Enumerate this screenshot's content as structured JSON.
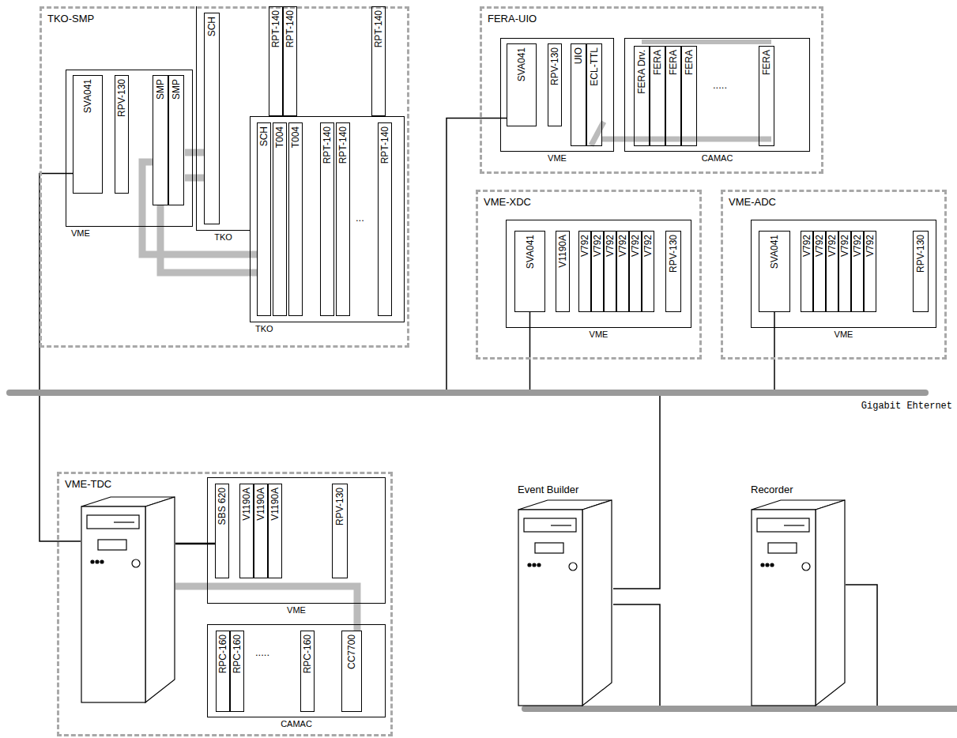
{
  "diagram": {
    "nodes": [
      {
        "text": [
          "TKO-SMP"
        ]
      },
      {
        "text": [
          "VME"
        ],
        "in": 0
      },
      {
        "text": [
          "SVA041"
        ],
        "in": 1
      },
      {
        "text": [
          "RPV-130"
        ],
        "in": 1
      },
      {
        "text": [
          "SMP"
        ],
        "in": 1
      },
      {
        "text": [
          "SMP"
        ],
        "in": 1
      },
      {
        "text": [
          "TKO"
        ],
        "in": 0
      },
      {
        "text": [
          "SCH"
        ],
        "in": 6
      },
      {
        "text": [
          "RPT-140"
        ],
        "in": 6
      },
      {
        "text": [
          "RPT-140"
        ],
        "in": 6
      },
      {
        "text": [
          "RPT-140"
        ],
        "in": 6
      },
      {
        "text": [
          "TKO"
        ],
        "in": 0
      },
      {
        "text": [
          "SCH"
        ],
        "in": 11
      },
      {
        "text": [
          "T004"
        ],
        "in": 11
      },
      {
        "text": [
          "T004"
        ],
        "in": 11
      },
      {
        "text": [
          "RPT-140"
        ],
        "in": 11
      },
      {
        "text": [
          "RPT-140"
        ],
        "in": 11
      },
      {
        "text": [
          "RPT-140"
        ],
        "in": 11
      },
      {
        "text": [
          "FERA-UIO"
        ]
      },
      {
        "text": [
          "VME"
        ],
        "in": 18
      },
      {
        "text": [
          "SVA041"
        ],
        "in": 19
      },
      {
        "text": [
          "RPV-130"
        ],
        "in": 19
      },
      {
        "text": [
          "UIO"
        ],
        "in": 19
      },
      {
        "text": [
          "ECL-TTL"
        ],
        "in": 19
      },
      {
        "text": [
          "CAMAC"
        ],
        "in": 18
      },
      {
        "text": [
          "FERA Drv."
        ],
        "in": 24
      },
      {
        "text": [
          "FERA"
        ],
        "in": 24
      },
      {
        "text": [
          "FERA"
        ],
        "in": 24
      },
      {
        "text": [
          "FERA"
        ],
        "in": 24
      },
      {
        "text": [
          "FERA"
        ],
        "in": 24
      },
      {
        "text": [
          "VME-XDC"
        ]
      },
      {
        "text": [
          "VME"
        ],
        "in": 30
      },
      {
        "text": [
          "SVA041"
        ],
        "in": 31
      },
      {
        "text": [
          "V1190A"
        ],
        "in": 31
      },
      {
        "text": [
          "V792"
        ],
        "in": 31
      },
      {
        "text": [
          "V792"
        ],
        "in": 31
      },
      {
        "text": [
          "V792"
        ],
        "in": 31
      },
      {
        "text": [
          "V792"
        ],
        "in": 31
      },
      {
        "text": [
          "V792"
        ],
        "in": 31
      },
      {
        "text": [
          "V792"
        ],
        "in": 31
      },
      {
        "text": [
          "RPV-130"
        ],
        "in": 31
      },
      {
        "text": [
          "VME-ADC"
        ]
      },
      {
        "text": [
          "VME"
        ],
        "in": 41
      },
      {
        "text": [
          "SVA041"
        ],
        "in": 42
      },
      {
        "text": [
          "V792"
        ],
        "in": 42
      },
      {
        "text": [
          "V792"
        ],
        "in": 42
      },
      {
        "text": [
          "V792"
        ],
        "in": 42
      },
      {
        "text": [
          "V792"
        ],
        "in": 42
      },
      {
        "text": [
          "V792"
        ],
        "in": 42
      },
      {
        "text": [
          "V792"
        ],
        "in": 42
      },
      {
        "text": [
          "RPV-130"
        ],
        "in": 42
      },
      {
        "text": [
          "Gigabit Ehternet"
        ]
      },
      {
        "text": [
          "VME-TDC"
        ]
      },
      {
        "text": [
          "VME"
        ],
        "in": 52
      },
      {
        "text": [
          "SBS 620"
        ],
        "in": 53
      },
      {
        "text": [
          "V1190A"
        ],
        "in": 53
      },
      {
        "text": [
          "V1190A"
        ],
        "in": 53
      },
      {
        "text": [
          "V1190A"
        ],
        "in": 53
      },
      {
        "text": [
          "RPV-130"
        ],
        "in": 53
      },
      {
        "text": [
          "CAMAC"
        ],
        "in": 52
      },
      {
        "text": [
          "RPC-160"
        ],
        "in": 59
      },
      {
        "text": [
          "RPC-160"
        ],
        "in": 59
      },
      {
        "text": [
          "RPC-160"
        ],
        "in": 59
      },
      {
        "text": [
          "CC7700"
        ],
        "in": 59
      },
      {
        "text": [
          "Event Builder"
        ]
      },
      {
        "text": [
          "Recorder"
        ]
      }
    ],
    "edges": [
      {
        "from": 2,
        "to": 51,
        "arrow": "none"
      },
      {
        "from": 20,
        "to": 51,
        "arrow": "none"
      },
      {
        "from": 32,
        "to": 51,
        "arrow": "none"
      },
      {
        "from": 43,
        "to": 51,
        "arrow": "none"
      },
      {
        "from": 64,
        "to": 51,
        "arrow": "none"
      }
    ],
    "labels": [
      "...",
      ".....",
      "....."
    ]
  }
}
